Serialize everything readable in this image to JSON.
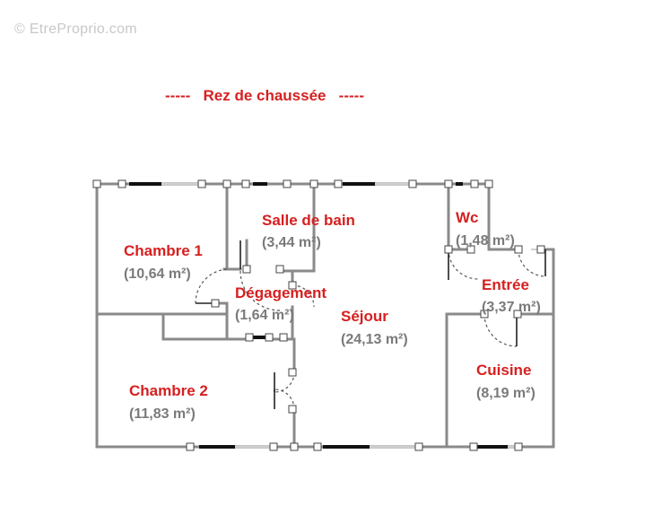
{
  "watermark": "© EtreProprio.com",
  "floor_title": "-----   Rez de chaussée   -----",
  "colors": {
    "room_label": "#d62020",
    "area_label": "#7a7a7a",
    "wall": "#8a8a8a"
  },
  "rooms": [
    {
      "id": "chambre1",
      "name": "Chambre 1",
      "area": "(10,64 m²)"
    },
    {
      "id": "salle-de-bain",
      "name": "Salle de bain",
      "area": "(3,44 m²)"
    },
    {
      "id": "wc",
      "name": "Wc",
      "area": "(1,48 m²)"
    },
    {
      "id": "degagement",
      "name": "Dégagement",
      "area": "(1,64 m²)"
    },
    {
      "id": "entree",
      "name": "Entrée",
      "area": "(3,37 m²)"
    },
    {
      "id": "sejour",
      "name": "Séjour",
      "area": "(24,13 m²)"
    },
    {
      "id": "cuisine",
      "name": "Cuisine",
      "area": "(8,19 m²)"
    },
    {
      "id": "chambre2",
      "name": "Chambre 2",
      "area": "(11,83 m²)"
    }
  ]
}
